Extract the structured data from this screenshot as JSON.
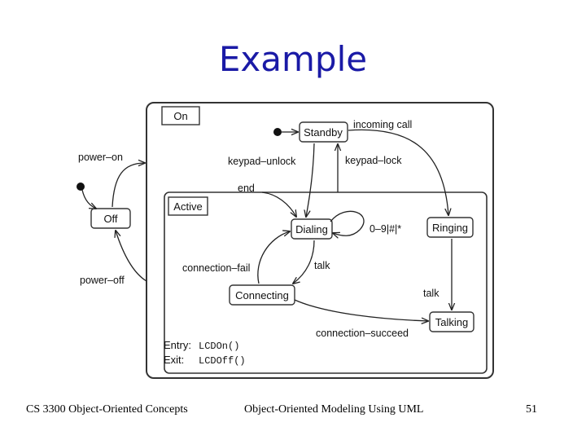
{
  "slide": {
    "title": "Example",
    "footer_left": "CS 3300 Object-Oriented Concepts",
    "footer_center": "Object-Oriented Modeling Using UML",
    "page_number": "51"
  },
  "diagram": {
    "composite_on": "On",
    "composite_active": "Active",
    "states": {
      "standby": "Standby",
      "off": "Off",
      "dialing": "Dialing",
      "ringing": "Ringing",
      "connecting": "Connecting",
      "talking": "Talking"
    },
    "transitions": {
      "incoming_call": "incoming call",
      "power_on": "power–on",
      "keypad_unlock": "keypad–unlock",
      "keypad_lock": "keypad–lock",
      "end": "end",
      "digits": "0–9|#|*",
      "connection_fail": "connection–fail",
      "talk_dialing": "talk",
      "power_off": "power–off",
      "talk_ringing": "talk",
      "connection_succeed": "connection–succeed"
    },
    "actions": {
      "entry_label": "Entry:",
      "entry_action": "LCDOn()",
      "exit_label": "Exit:",
      "exit_action": "LCDOff()"
    }
  }
}
